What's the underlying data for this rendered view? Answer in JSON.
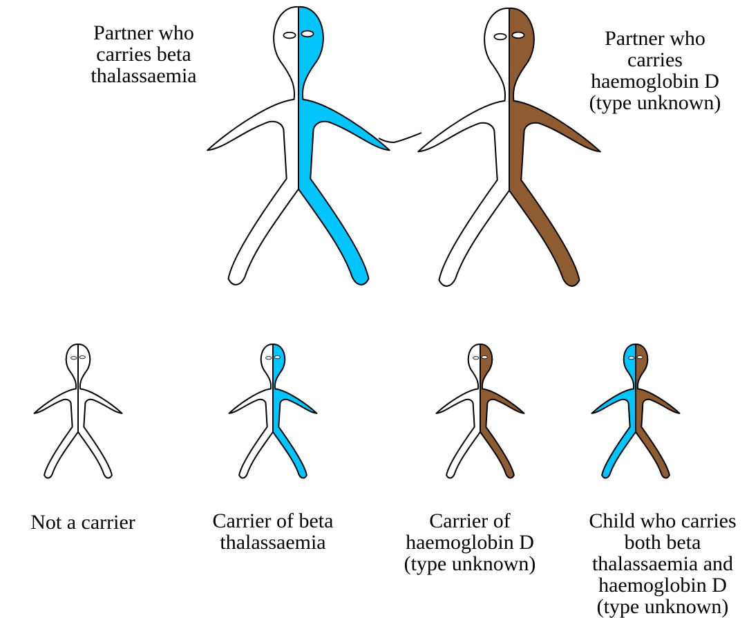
{
  "colors": {
    "beta_thalassaemia": "#00c5ff",
    "haemoglobin_d": "#8f5b30",
    "outline": "#000000",
    "unaffected": "#ffffff"
  },
  "parents": [
    {
      "caption": "Partner who\ncarries beta\nthalassaemia",
      "left_half": "unaffected",
      "right_half": "beta_thalassaemia"
    },
    {
      "caption": "Partner who\ncarries\nhaemoglobin D\n(type unknown)",
      "left_half": "unaffected",
      "right_half": "haemoglobin_d"
    }
  ],
  "children": [
    {
      "caption": "Not a carrier",
      "left_half": "unaffected",
      "right_half": "unaffected"
    },
    {
      "caption": "Carrier of beta\nthalassaemia",
      "left_half": "unaffected",
      "right_half": "beta_thalassaemia"
    },
    {
      "caption": "Carrier of\nhaemoglobin D\n(type unknown)",
      "left_half": "unaffected",
      "right_half": "haemoglobin_d"
    },
    {
      "caption": "Child who carries\nboth beta\nthalassaemia and\nhaemoglobin D\n(type unknown)",
      "left_half": "beta_thalassaemia",
      "right_half": "haemoglobin_d"
    }
  ]
}
